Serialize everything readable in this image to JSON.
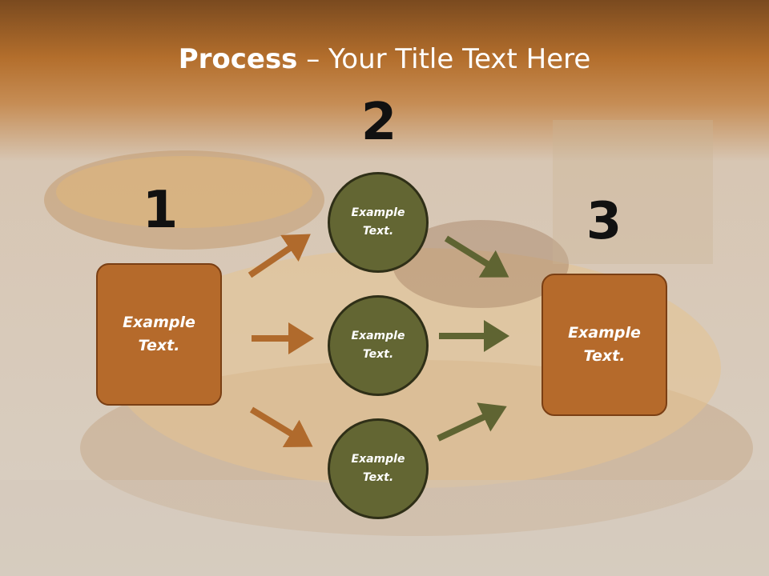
{
  "title": {
    "bold": "Process",
    "rest": " – Your Title Text Here"
  },
  "steps": {
    "one": "1",
    "two": "2",
    "three": "3"
  },
  "left_box": {
    "line1": "Example",
    "line2": "Text."
  },
  "right_box": {
    "line1": "Example",
    "line2": "Text."
  },
  "circles": [
    {
      "line1": "Example",
      "line2": "Text."
    },
    {
      "line1": "Example",
      "line2": "Text."
    },
    {
      "line1": "Example",
      "line2": "Text."
    }
  ],
  "colors": {
    "box": "#b56a2b",
    "circle": "#636633",
    "arrow_orange": "#b06a2c",
    "arrow_olive": "#5f6432"
  }
}
